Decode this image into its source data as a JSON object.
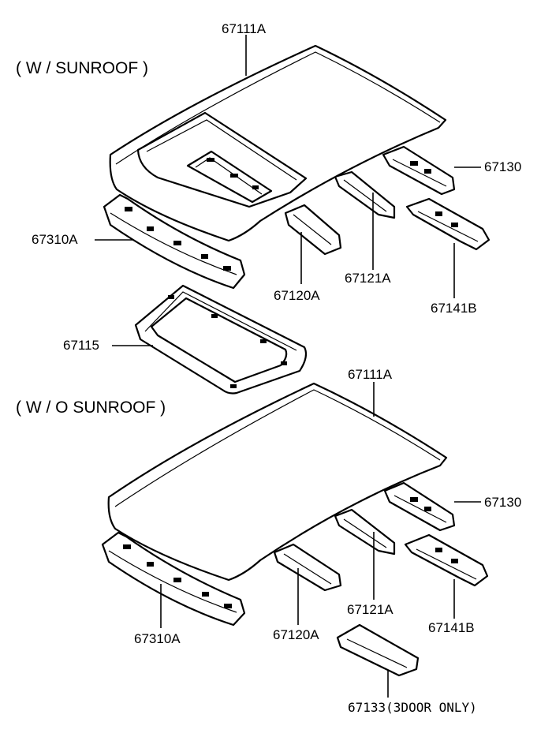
{
  "sections": {
    "with_sunroof": "( W / SUNROOF )",
    "without_sunroof": "( W / O SUNROOF )"
  },
  "top_labels": {
    "roof_panel": "67111A",
    "rail_rear": "67130",
    "front_rail": "67310A",
    "bow_front": "67120A",
    "bow_mid": "67121A",
    "bow_rear": "67141B",
    "sunroof_frame": "67115"
  },
  "bottom_labels": {
    "roof_panel": "67111A",
    "rail_rear": "67130",
    "front_rail": "67310A",
    "bow_front": "67120A",
    "bow_mid": "67121A",
    "bow_rear": "67141B",
    "extra_rail": "67133(3DOOR ONLY)"
  }
}
